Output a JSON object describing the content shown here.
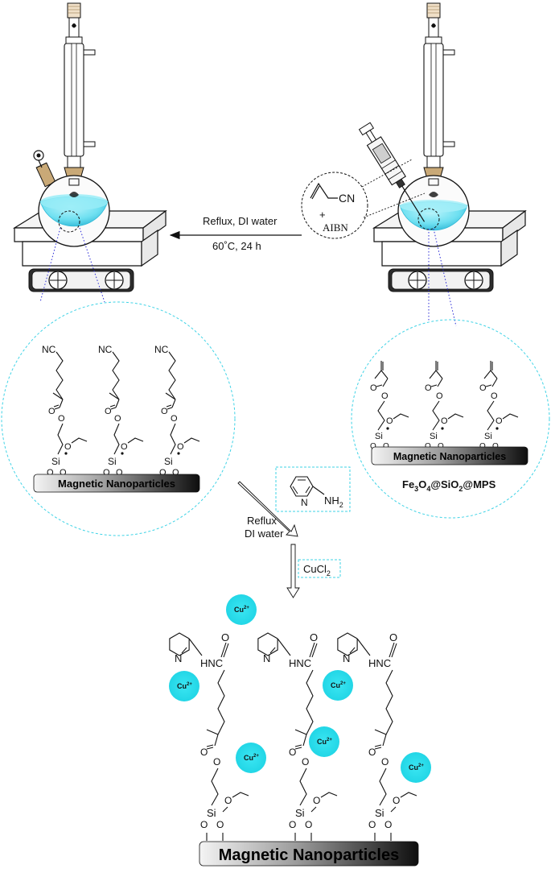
{
  "colors": {
    "liquid": "#7fe6f4",
    "liquid_dark": "#37c5df",
    "cu_ion": "#2ee0ee",
    "dashed": "#3fd3e6",
    "blue_dots": "#2b2bd6",
    "bar_light": "#f2f2f2",
    "bar_dark": "#111111"
  },
  "reaction": {
    "step1_line1": "Reflux, DI water",
    "step1_line2": "60˚C, 24 h",
    "reagent_cn": "CN",
    "reagent_plus": "+",
    "reagent_aibn": "AIBN",
    "step2_line1": "Reflux",
    "step2_line2": "DI water",
    "reagent_nh": "NH",
    "reagent_nh_sub": "2",
    "reagent_n": "N",
    "step3_cucl": "CuCl",
    "step3_sub": "2"
  },
  "product_label": {
    "fe": "Fe",
    "s1": "3",
    "o1": "O",
    "s2": "4",
    "sio": "@SiO",
    "s3": "2",
    "mps": "@MPS"
  },
  "particles": {
    "label": "Magnetic Nanoparticles"
  },
  "atoms": {
    "nc": "NC",
    "o": "O",
    "si": "Si",
    "n": "N",
    "hnc": "HNC"
  },
  "cu_ions": {
    "label": "Cu",
    "charge": "2+"
  }
}
